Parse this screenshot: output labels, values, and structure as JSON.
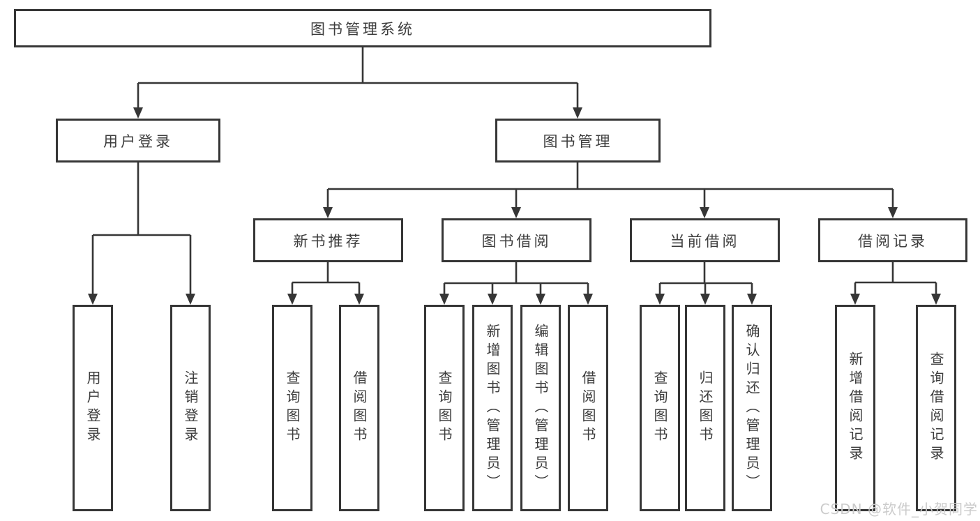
{
  "diagram": {
    "root": {
      "label": "图书管理系统"
    },
    "branches": [
      {
        "label": "用户登录",
        "children": [
          {
            "label": "用户登录"
          },
          {
            "label": "注销登录"
          }
        ]
      },
      {
        "label": "图书管理",
        "children": [
          {
            "label": "新书推荐",
            "children": [
              {
                "label": "查询图书"
              },
              {
                "label": "借阅图书"
              }
            ]
          },
          {
            "label": "图书借阅",
            "children": [
              {
                "label": "查询图书"
              },
              {
                "label": "新增图书（管理员）"
              },
              {
                "label": "编辑图书（管理员）"
              },
              {
                "label": "借阅图书"
              }
            ]
          },
          {
            "label": "当前借阅",
            "children": [
              {
                "label": "查询图书"
              },
              {
                "label": "归还图书"
              },
              {
                "label": "确认归还（管理员）"
              }
            ]
          },
          {
            "label": "借阅记录",
            "children": [
              {
                "label": "新增借阅记录"
              },
              {
                "label": "查询借阅记录"
              }
            ]
          }
        ]
      }
    ]
  },
  "watermark": {
    "text": "CSDN @软件_小贺同学"
  },
  "colors": {
    "line": "#363636",
    "box_border": "#363636",
    "text": "#3d3d3d",
    "watermark": "#cbcbcb",
    "background": "#ffffff"
  }
}
